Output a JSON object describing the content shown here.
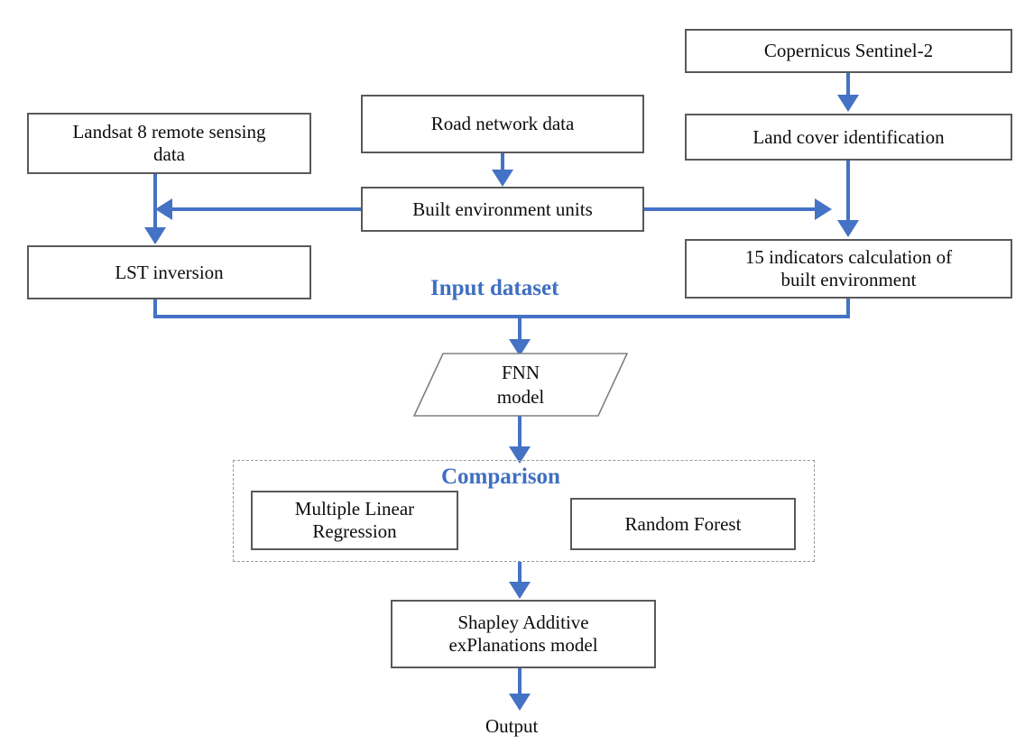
{
  "diagram": {
    "title_labels": [
      {
        "name": "input-dataset-label",
        "text": "Input dataset"
      },
      {
        "name": "comparison-label",
        "text": "Comparison"
      }
    ],
    "nodes": {
      "copernicus": {
        "text": "Copernicus Sentinel-2"
      },
      "land_cover": {
        "text": "Land cover identification"
      },
      "landsat": {
        "line1": "Landsat 8 remote sensing",
        "line2": "data"
      },
      "road_network": {
        "text": "Road network data"
      },
      "built_env_units": {
        "text": "Built environment units"
      },
      "lst_inversion": {
        "text": "LST inversion"
      },
      "indicators": {
        "line1": "15 indicators calculation of",
        "line2": "built environment"
      },
      "fnn_model": {
        "line1": "FNN",
        "line2": "model"
      },
      "mlr": {
        "line1": "Multiple Linear",
        "line2": "Regression"
      },
      "random_forest": {
        "text": "Random Forest"
      },
      "shap": {
        "line1": "Shapley Additive",
        "line2": "exPlanations model"
      },
      "output": {
        "text": "Output"
      }
    },
    "colors": {
      "arrow_blue": "#4472C4",
      "accent_text_blue": "#3f6fc1",
      "box_border": "#595959",
      "dashed_border": "#9a9a9a",
      "text": "#0d0d0d",
      "background": "#ffffff"
    }
  }
}
